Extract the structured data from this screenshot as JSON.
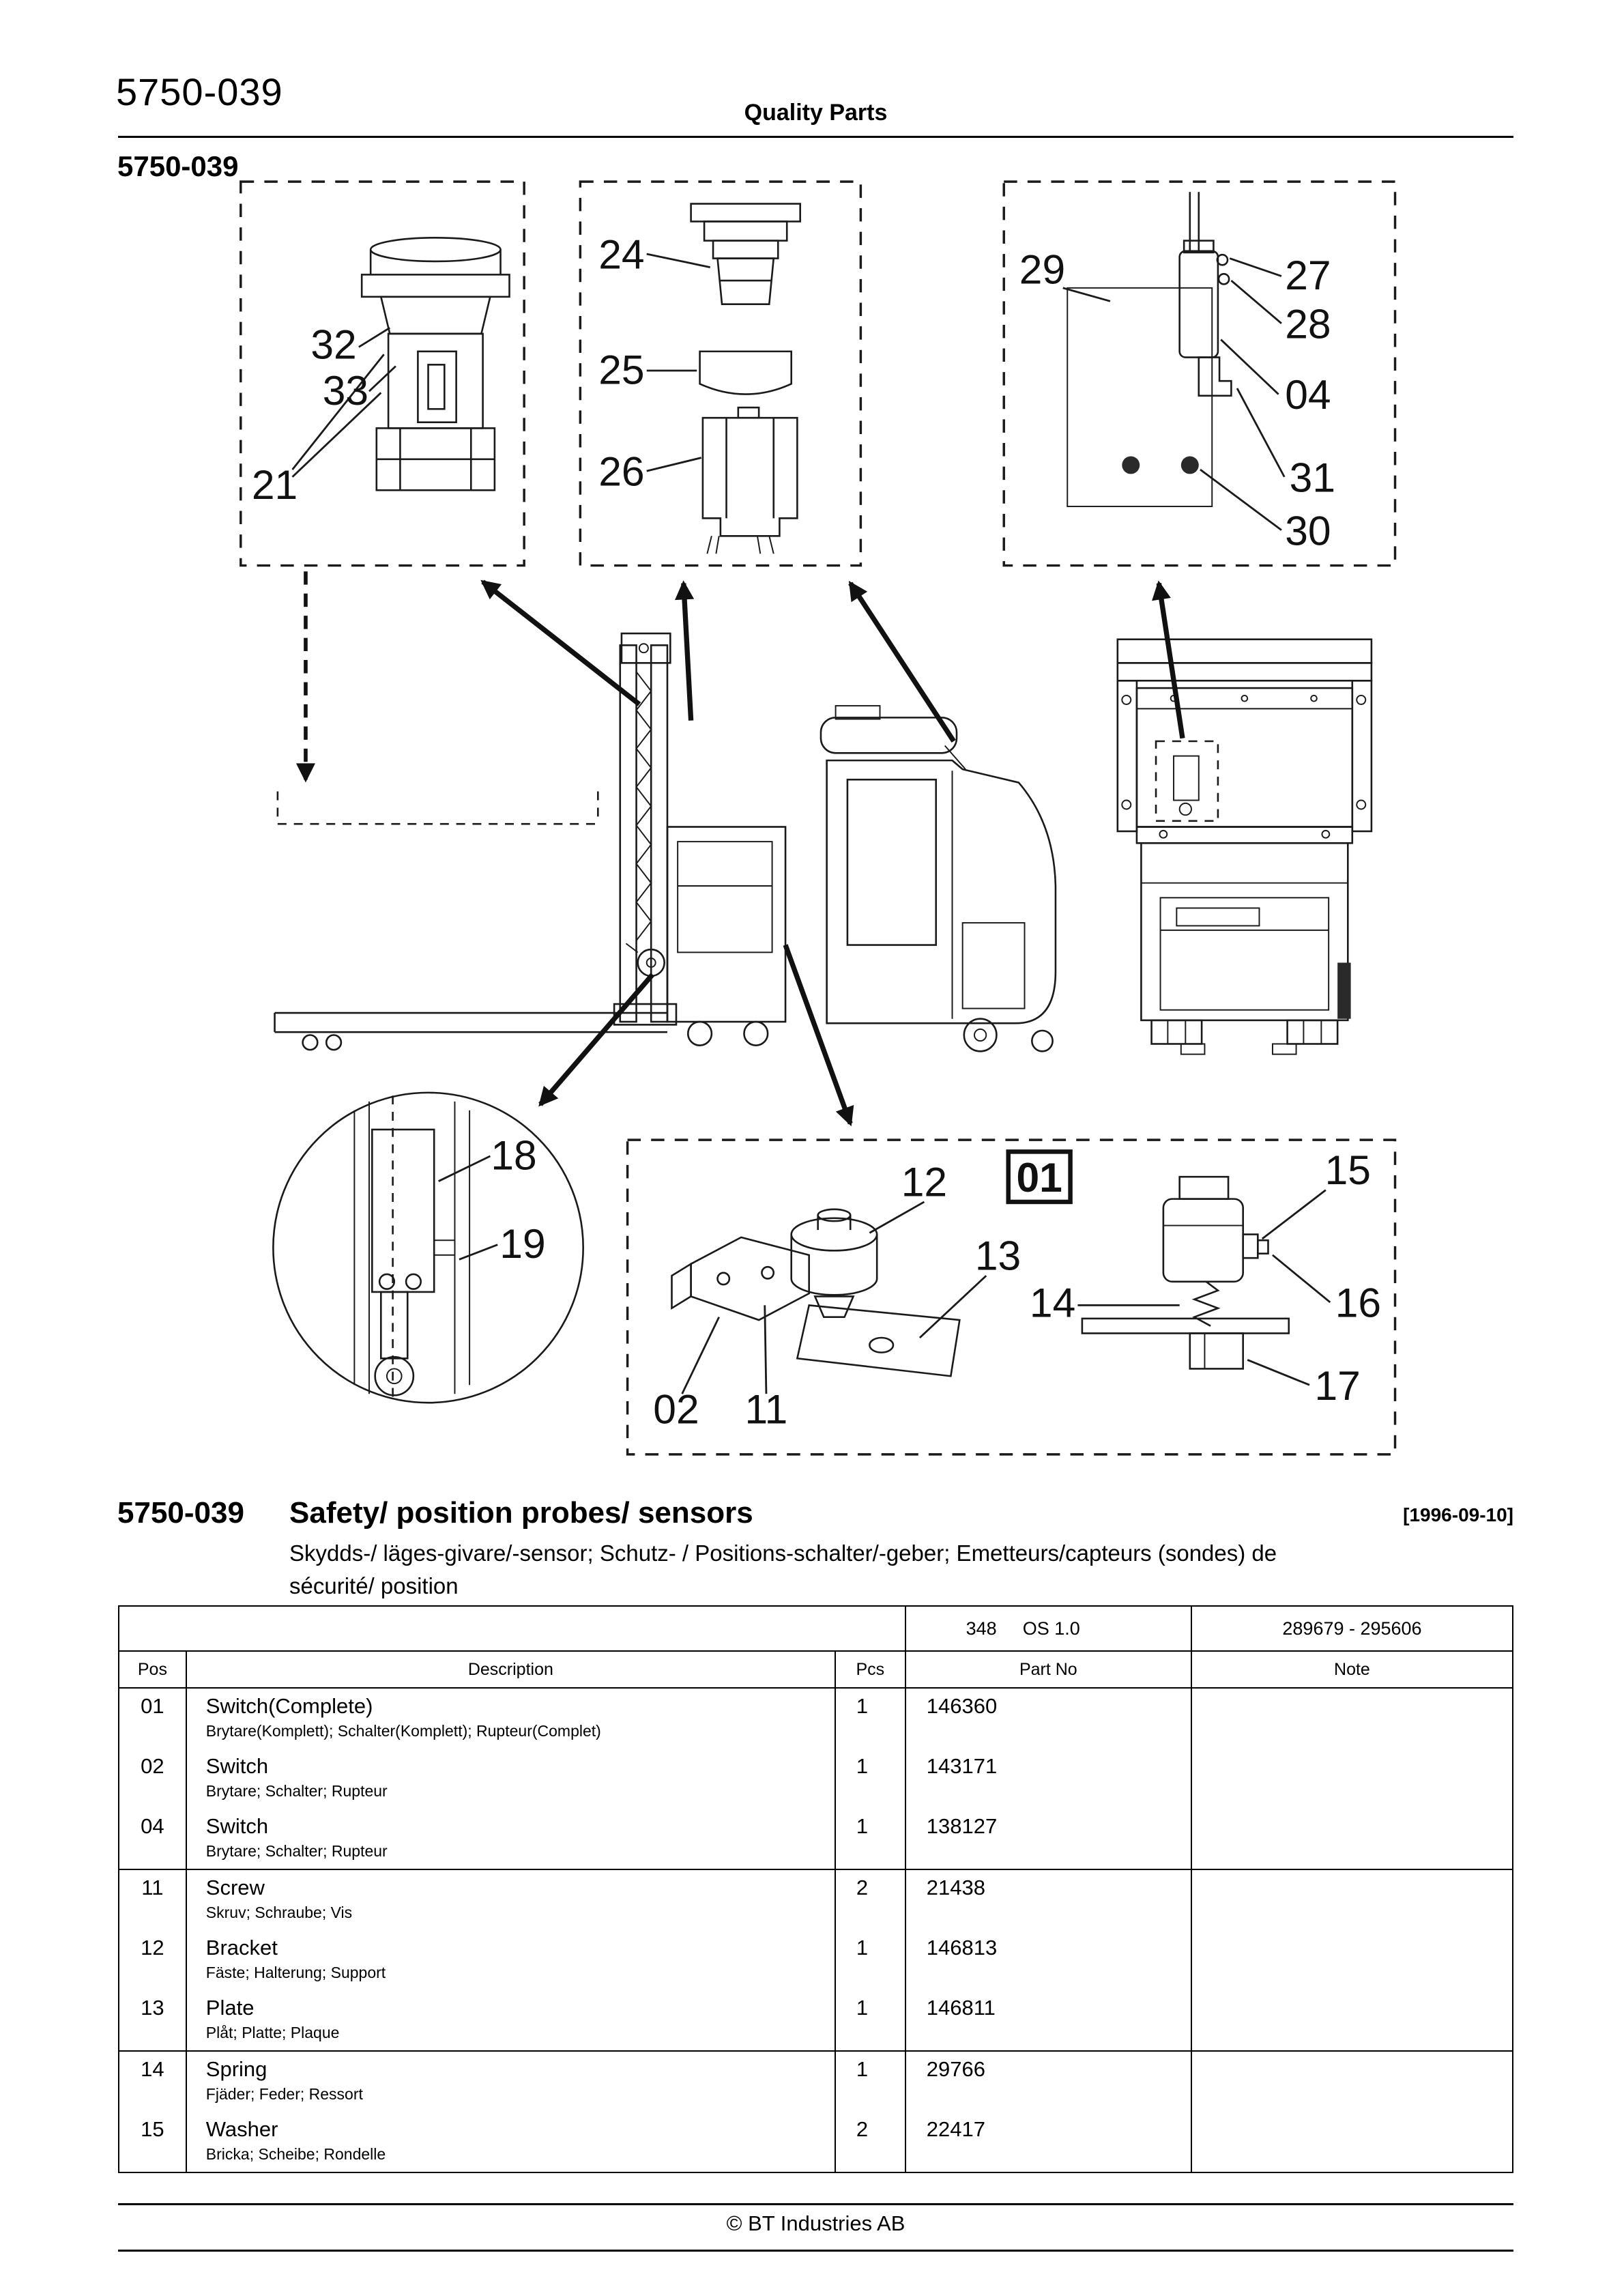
{
  "header": {
    "doc_number": "5750-039",
    "center": "Quality Parts",
    "sub_number": "5750-039"
  },
  "section": {
    "number": "5750-039",
    "title": "Safety/ position probes/ sensors",
    "date": "[1996-09-10]",
    "subtitle_line1": "Skydds-/ läges-givare/-sensor; Schutz- / Positions-schalter/-geber; Emetteurs/capteurs (sondes) de",
    "subtitle_line2": "sécurité/ position"
  },
  "table": {
    "meta": {
      "model": "348",
      "os": "OS 1.0",
      "serial_range": "289679 - 295606"
    },
    "headers": {
      "pos": "Pos",
      "description": "Description",
      "pcs": "Pcs",
      "part_no": "Part No",
      "note": "Note"
    },
    "rows": [
      {
        "pos": "01",
        "desc": "Switch(Complete)",
        "sub": "Brytare(Komplett); Schalter(Komplett); Rupteur(Complet)",
        "pcs": "1",
        "part": "146360"
      },
      {
        "pos": "02",
        "desc": "Switch",
        "sub": "Brytare; Schalter; Rupteur",
        "pcs": "1",
        "part": "143171"
      },
      {
        "pos": "04",
        "desc": "Switch",
        "sub": "Brytare; Schalter; Rupteur",
        "pcs": "1",
        "part": "138127"
      },
      {
        "pos": "11",
        "desc": "Screw",
        "sub": "Skruv; Schraube; Vis",
        "pcs": "2",
        "part": "21438"
      },
      {
        "pos": "12",
        "desc": "Bracket",
        "sub": "Fäste; Halterung; Support",
        "pcs": "1",
        "part": "146813"
      },
      {
        "pos": "13",
        "desc": "Plate",
        "sub": "Plåt; Platte; Plaque",
        "pcs": "1",
        "part": "146811"
      },
      {
        "pos": "14",
        "desc": "Spring",
        "sub": "Fjäder; Feder; Ressort",
        "pcs": "1",
        "part": "29766"
      },
      {
        "pos": "15",
        "desc": "Washer",
        "sub": "Bricka; Scheibe; Rondelle",
        "pcs": "2",
        "part": "22417"
      }
    ]
  },
  "diagram": {
    "callouts": {
      "pos21": "21",
      "pos32": "32",
      "pos33": "33",
      "pos24": "24",
      "pos25": "25",
      "pos26": "26",
      "pos29": "29",
      "pos27": "27",
      "pos28": "28",
      "pos04": "04",
      "pos31": "31",
      "pos30": "30",
      "pos18": "18",
      "pos19": "19",
      "pos12": "12",
      "pos01": "01",
      "pos13": "13",
      "pos14": "14",
      "pos02": "02",
      "pos11": "11",
      "pos15": "15",
      "pos16": "16",
      "pos17": "17"
    }
  },
  "footer": {
    "copyright": "© BT Industries AB"
  }
}
